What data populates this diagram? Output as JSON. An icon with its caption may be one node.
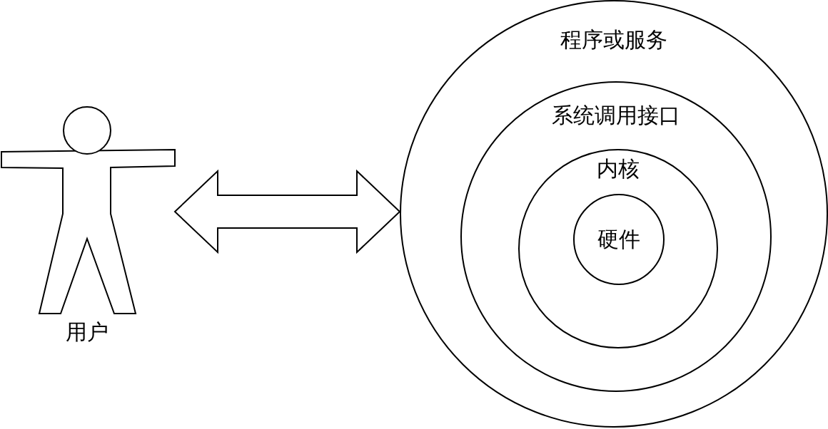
{
  "diagram": {
    "nodes": [
      {
        "text": [],
        "shape": "person",
        "beside": [
          "用户"
        ]
      },
      {
        "text": [
          "程序或服务"
        ]
      },
      {
        "text": [
          "系统调用接口"
        ],
        "in": 1
      },
      {
        "text": [
          "内核"
        ],
        "in": 2
      },
      {
        "text": [
          "硬件"
        ],
        "in": 3
      }
    ],
    "edges": [
      {
        "from": 0,
        "to": 1,
        "arrow": "both"
      }
    ]
  }
}
